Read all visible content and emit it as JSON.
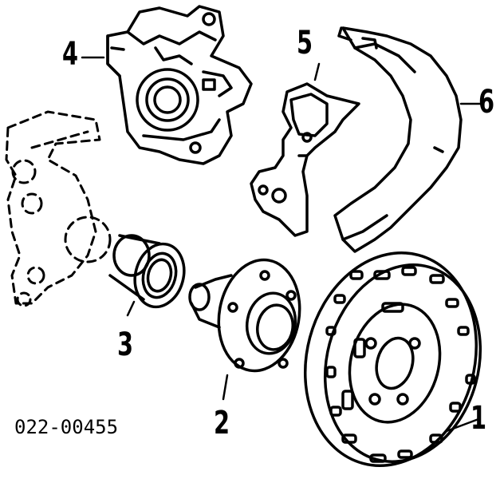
{
  "callouts": {
    "rotor": "1",
    "hub": "2",
    "bearing": "3",
    "caliper": "4",
    "bracket": "5",
    "shield": "6"
  },
  "catalog_code": "022-00455",
  "colors": {
    "ink": "#000000",
    "paper": "#ffffff"
  }
}
